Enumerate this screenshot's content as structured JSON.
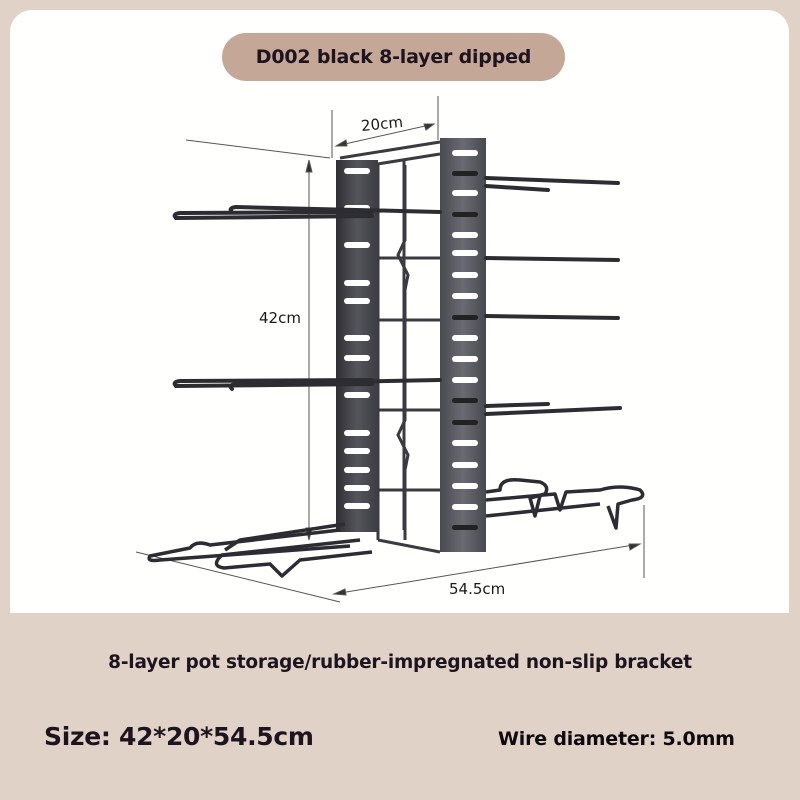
{
  "colors": {
    "background": "#e0d2c7",
    "panel": "#fffffd",
    "badge": "#c4a797",
    "text": "#1e1420",
    "rack_metal": "#3a3a40",
    "rack_metal_light": "#5a5a62"
  },
  "badge": {
    "label": "D002 black 8-layer dipped"
  },
  "product_image": {
    "description": "black 8-layer pot rack illustration with dimension arrows",
    "dimensions": {
      "width_label": "20cm",
      "height_label": "42cm",
      "length_label": "54.5cm"
    }
  },
  "subtitle": "8-layer pot storage/rubber-impregnated non-slip bracket",
  "specs": {
    "size": "Size: 42*20*54.5cm",
    "wire_diameter": "Wire diameter: 5.0mm"
  }
}
